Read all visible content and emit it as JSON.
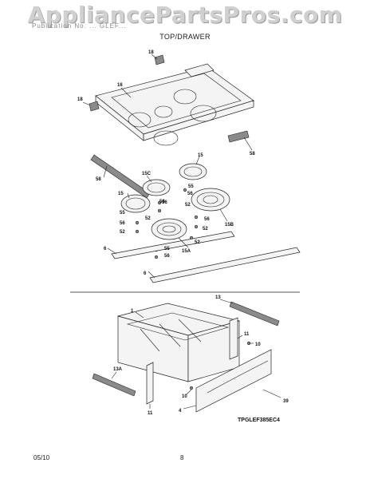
{
  "header": {
    "watermark": "AppliancePartsPros.com",
    "publication_line": "Publication No. ... GLEF...",
    "section_title": "TOP/DRAWER"
  },
  "callouts": {
    "hinge_screw_top": "18",
    "hinge_screw_left": "18",
    "cooktop": "16",
    "trim_right": "58",
    "trim_left": "58",
    "element_rear_right": "15",
    "element_rear_left": "15C",
    "element_front_left": "15",
    "element_front_right": "15B",
    "element_front_center": "15A",
    "screw_55_a": "55",
    "screw_55_b": "55",
    "screw_55_c": "55",
    "clip_56_a": "56",
    "clip_56_b": "56",
    "clip_56_c": "56",
    "clip_56_d": "56",
    "clip_56_e": "56",
    "clip_56_f": "56",
    "clip_52_a": "52",
    "clip_52_b": "52",
    "clip_52_c": "52",
    "clip_52_d": "52",
    "clip_52_e": "52",
    "bracket_6_a": "6",
    "bracket_6_b": "6",
    "drawer_body": "1",
    "rail_right": "13",
    "rail_left": "13A",
    "slide_right": "11",
    "slide_left": "11",
    "screw_10_a": "10",
    "screw_10_b": "10",
    "drawer_front": "4",
    "handle": "39"
  },
  "diagram_code": "TPGLEF385EC4",
  "footer": {
    "date": "05/10",
    "page_number": "8"
  }
}
